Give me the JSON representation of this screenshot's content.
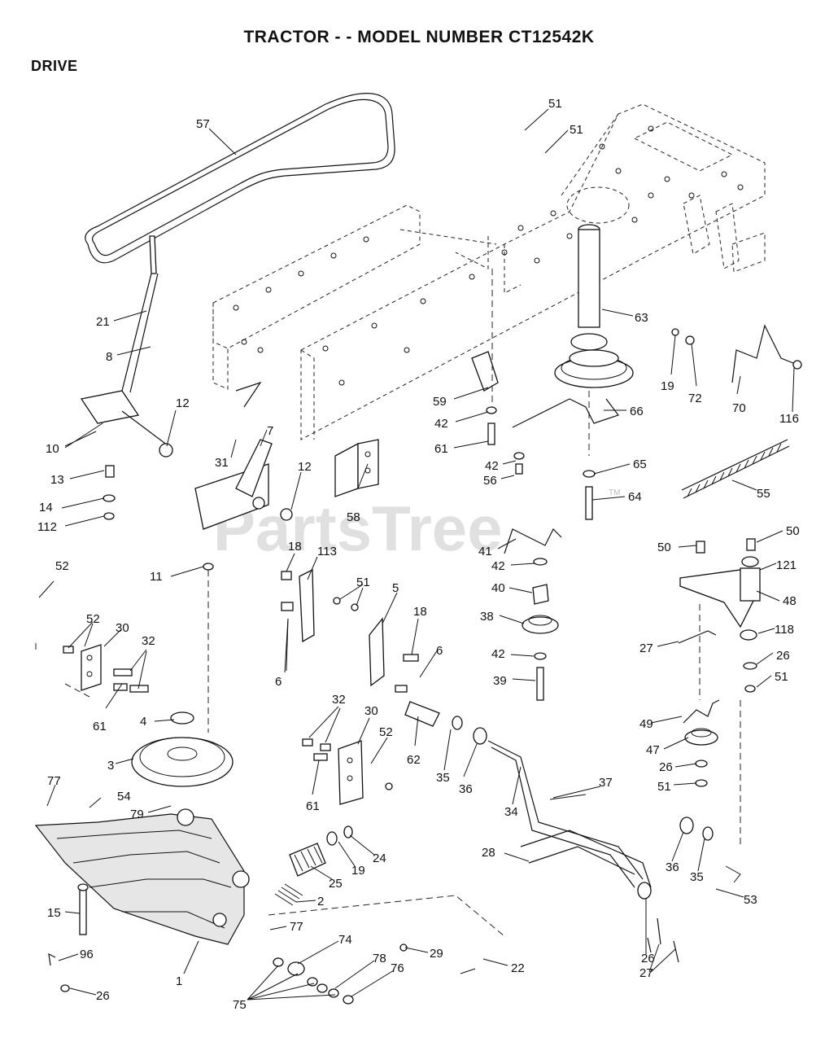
{
  "header": {
    "title": "TRACTOR - - MODEL NUMBER CT12542K",
    "section": "DRIVE"
  },
  "watermark": "PartsTree",
  "watermark_tm": "TM",
  "callouts": [
    "57",
    "51",
    "51",
    "21",
    "8",
    "12",
    "10",
    "7",
    "31",
    "12",
    "13",
    "14",
    "112",
    "58",
    "63",
    "19",
    "72",
    "70",
    "116",
    "59",
    "42",
    "61",
    "66",
    "42",
    "56",
    "65",
    "64",
    "55",
    "41",
    "42",
    "40",
    "38",
    "42",
    "39",
    "50",
    "50",
    "121",
    "48",
    "118",
    "27",
    "26",
    "51",
    "52",
    "18",
    "113",
    "51",
    "5",
    "18",
    "11",
    "52",
    "30",
    "32",
    "6",
    "6",
    "61",
    "4",
    "32",
    "30",
    "52",
    "62",
    "35",
    "36",
    "49",
    "47",
    "26",
    "51",
    "3",
    "61",
    "37",
    "77",
    "54",
    "79",
    "34",
    "24",
    "19",
    "25",
    "28",
    "36",
    "35",
    "53",
    "2",
    "15",
    "77",
    "96",
    "74",
    "29",
    "22",
    "26",
    "27",
    "1",
    "78",
    "76",
    "26",
    "75"
  ]
}
